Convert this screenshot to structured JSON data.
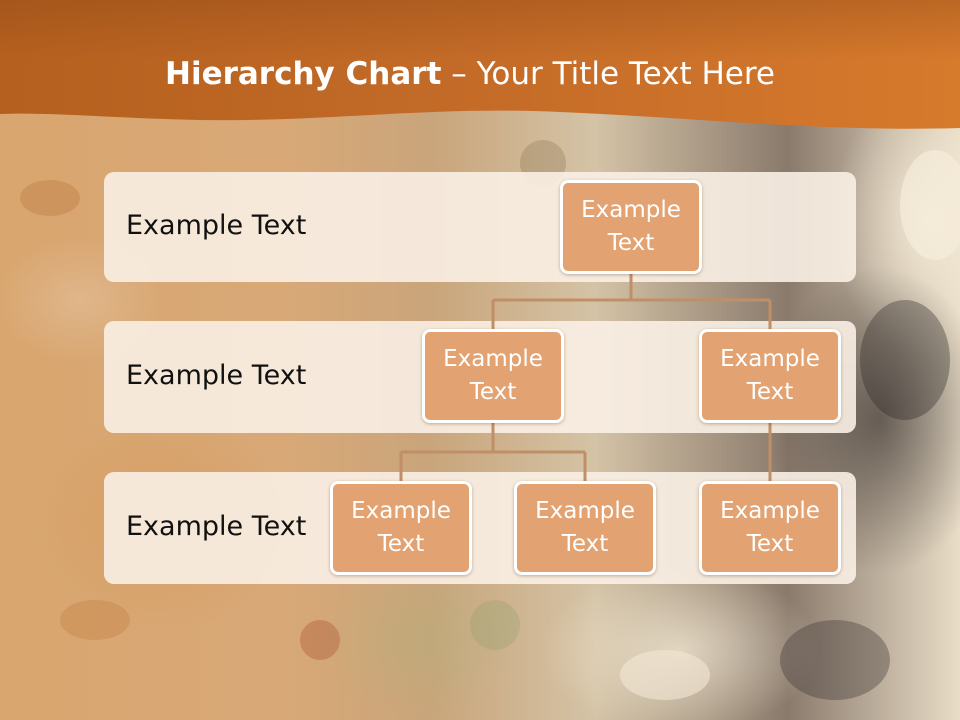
{
  "title": {
    "bold": "Hierarchy Chart",
    "rest": " – Your Title Text Here"
  },
  "colors": {
    "header": "#c8702c",
    "node_fill": "#e2a271",
    "connector": "#c08f68",
    "band": "#faf0e4"
  },
  "levels": [
    {
      "label": "Example Text"
    },
    {
      "label": "Example Text"
    },
    {
      "label": "Example Text"
    }
  ],
  "nodes": {
    "root": {
      "line1": "Example",
      "line2": "Text"
    },
    "level2_left": {
      "line1": "Example",
      "line2": "Text"
    },
    "level2_right": {
      "line1": "Example",
      "line2": "Text"
    },
    "level3_left": {
      "line1": "Example",
      "line2": "Text"
    },
    "level3_middle": {
      "line1": "Example",
      "line2": "Text"
    },
    "level3_right": {
      "line1": "Example",
      "line2": "Text"
    }
  }
}
